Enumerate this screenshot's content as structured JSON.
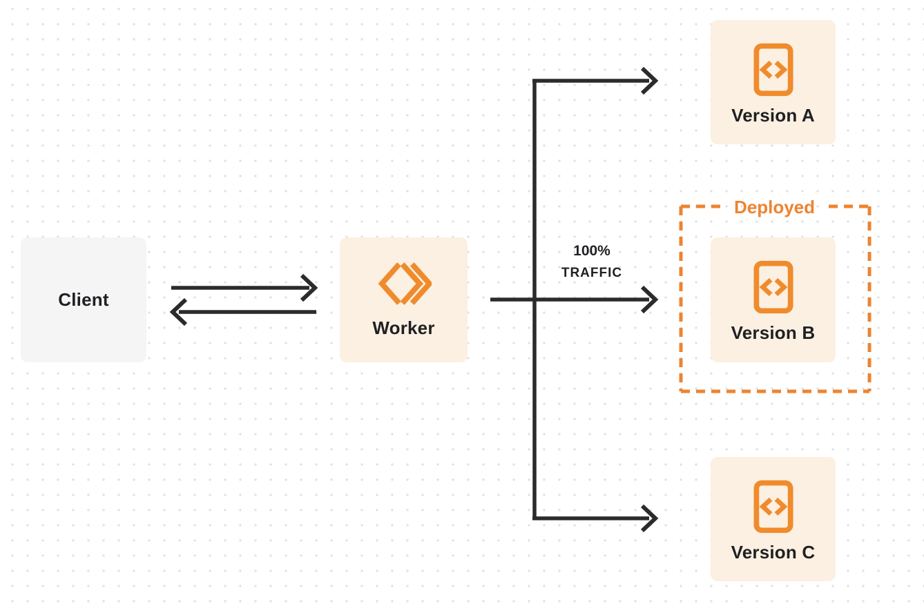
{
  "diagram": {
    "nodes": {
      "client": {
        "label": "Client"
      },
      "worker": {
        "label": "Worker"
      },
      "version_a": {
        "label": "Version A"
      },
      "version_b": {
        "label": "Version B"
      },
      "version_c": {
        "label": "Version C"
      }
    },
    "deployed_group": {
      "label": "Deployed"
    },
    "traffic_label": {
      "line1": "100%",
      "line2": "TRAFFIC"
    },
    "edges": [
      {
        "from": "client",
        "to": "worker",
        "direction": "bidirectional",
        "label": ""
      },
      {
        "from": "worker",
        "to": "version_a",
        "direction": "forward",
        "label": ""
      },
      {
        "from": "worker",
        "to": "version_b",
        "direction": "forward",
        "label": "100% TRAFFIC"
      },
      {
        "from": "worker",
        "to": "version_c",
        "direction": "forward",
        "label": ""
      }
    ],
    "icons": {
      "worker": "workers-chevron-logo-icon",
      "version": "code-file-icon"
    },
    "colors": {
      "accent_orange": "#F08B2D",
      "dashed_orange": "#ED8430",
      "node_cream_bg": "#FBF0E1",
      "client_gray_bg": "#F5F5F6",
      "arrow_dark": "#2B2B2B",
      "text_dark": "#1F2023",
      "dot_grid": "#E1E1E1",
      "page_bg": "#FFFFFF"
    }
  }
}
